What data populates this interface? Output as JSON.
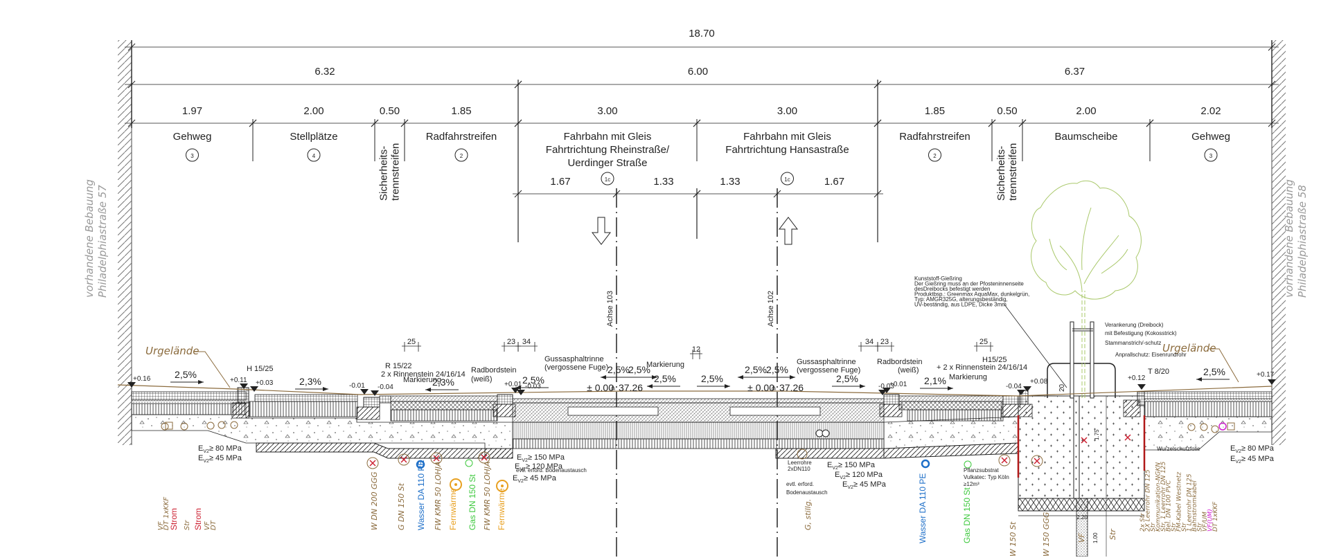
{
  "colors": {
    "line": "#222222",
    "dim_line": "#555555",
    "building_text": "#9a9a9a",
    "urgelaende": "#8b6b3d",
    "utility_brown": "#8b6b3d",
    "strom_red": "#cc2233",
    "wasser_blue": "#1e6fc8",
    "gas_green": "#3cc83c",
    "fernwaerme_orange": "#e8a020",
    "tree_green": "#a9c86a",
    "magenta": "#d020d0",
    "root_barrier_red": "#b01818"
  },
  "overall": {
    "total": "18.70"
  },
  "groups": [
    {
      "label": "6.32"
    },
    {
      "label": "6.00"
    },
    {
      "label": "6.37"
    }
  ],
  "segments": [
    {
      "width_label": "1.97",
      "name": "Gehweg",
      "number": "3",
      "vertical": false
    },
    {
      "width_label": "2.00",
      "name": "Stellplätze",
      "number": "4",
      "vertical": false
    },
    {
      "width_label": "0.50",
      "name": "Sicherheits-\ntrennstreifen",
      "number": "",
      "vertical": true
    },
    {
      "width_label": "1.85",
      "name": "Radfahrstreifen",
      "number": "2",
      "vertical": false
    },
    {
      "width_label": "3.00",
      "name": "Fahrbahn mit Gleis\nFahrtrichtung Rheinstraße/\nUerdinger Straße",
      "number": "1c",
      "vertical": false,
      "sub": [
        "1.67",
        "1.33"
      ]
    },
    {
      "width_label": "3.00",
      "name": "Fahrbahn mit Gleis\nFahrtrichtung Hansastraße",
      "number": "1c",
      "vertical": false,
      "sub": [
        "1.33",
        "1.67"
      ]
    },
    {
      "width_label": "1.85",
      "name": "Radfahrstreifen",
      "number": "2",
      "vertical": false
    },
    {
      "width_label": "0.50",
      "name": "Sicherheits-\ntrennstreifen",
      "number": "",
      "vertical": true
    },
    {
      "width_label": "2.00",
      "name": "Baumscheibe",
      "number": "",
      "vertical": false
    },
    {
      "width_label": "2.02",
      "name": "Gehweg",
      "number": "3",
      "vertical": false
    }
  ],
  "buildings": {
    "left": [
      "vorhandene Bebauung",
      "Philadelphiastraße 57"
    ],
    "right": [
      "vorhandene Bebauung",
      "Philadelphiastraße 58"
    ]
  },
  "axes": [
    {
      "label": "Achse 103",
      "direction": "down"
    },
    {
      "label": "Achse 102",
      "direction": "up"
    }
  ],
  "terrain_label": "Urgelände",
  "elevations": [
    "+0.16",
    "+0.11",
    "+0.03",
    "-0.01",
    "-0.04",
    "+0.01",
    "-0.03",
    "-0.03",
    "+0.01",
    "-0.04",
    "+0.08",
    "+0.12",
    "+0.17"
  ],
  "slopes": [
    "2,5%",
    "2,3%",
    "2,3%",
    "2,5%",
    "2,5%",
    "2,5%",
    "2,5%",
    "2,5%",
    "2,5%",
    "2,5%",
    "2,5%",
    "2,1%",
    "2,5%"
  ],
  "axis_heights": [
    {
      "left": "± 0.00",
      "right": "37.26",
      "eq": "≙"
    },
    {
      "left": "± 0.00",
      "right": "37.26",
      "eq": "≙"
    }
  ],
  "small_dims": [
    "25",
    "23",
    "34",
    "12",
    "34",
    "23",
    "25",
    "20"
  ],
  "annotations": {
    "h1525_left": "H 15/25",
    "r1522": "R 15/22",
    "rinnenstein_left": "2 x Rinnenstein 24/16/14",
    "markierung": "Markierung",
    "radbordstein": "Radbordstein",
    "weiss": "(weiß)",
    "gussasphalt": "Gussasphaltrinne",
    "vergossene": "(vergossene Fuge)",
    "h1525_right": "H15/25",
    "rinnenstein_right": "+ 2 x Rinnenstein 24/16/14",
    "t820": "T 8/20",
    "bodenaustausch": "evtl. erford. Bodenaustausch",
    "bodenaustausch2": [
      "evtl. erford.",
      "Bodenaustausch"
    ],
    "leerrohre": [
      "Leerrohre",
      "2xDN110"
    ],
    "pflanzsubstrat": [
      "Pflanzsubstrat",
      "Vulkatec: Typ Köln",
      "≥12m³"
    ],
    "wurzelschutz": "Wurzelschutzfolie",
    "giessring": [
      "Kunststoff-Gießring",
      "Der Gießring muss an der Pfosteninnenseite",
      "desDreibocks befestigt werden",
      "Produktbsp.: Greenmax AquaMax, dunkelgrün,",
      "Typ: AMGR325G, alterungsbeständig,",
      "UV-beständig, aus LDPE, Dicke 3mm"
    ],
    "verankerung": [
      "Verankerung (Dreibock)",
      "mit Befestigung (Kokosstrick)"
    ],
    "stammanstrich": "Stammanstrich/-schutz",
    "anprallschutz": "Anprallschutz: Eisenrundrohr",
    "tree_dims": [
      "2.20",
      "1.75",
      "1.00"
    ]
  },
  "ev2": {
    "left": [
      "≥ 80 MPa",
      "≥ 45 MPa"
    ],
    "center_left": [
      "≥ 150 MPa",
      "≥ 120 MPa",
      "≥ 45 MPa"
    ],
    "center_right": [
      "≥ 150 MPa",
      "≥ 120 MPa",
      "≥ 45 MPa"
    ],
    "right": [
      "≥ 80 MPa",
      "≥ 45 MPa"
    ]
  },
  "utilities_left": [
    {
      "text": "VF",
      "color": "utility_brown",
      "italic": true
    },
    {
      "text": "DT 1xKKF",
      "color": "utility_brown",
      "italic": true
    },
    {
      "text": "Strom",
      "color": "strom_red",
      "italic": false
    },
    {
      "text": "Str",
      "color": "utility_brown",
      "italic": true
    },
    {
      "text": "Strom",
      "color": "strom_red",
      "italic": false
    },
    {
      "text": "VF",
      "color": "utility_brown",
      "italic": true
    },
    {
      "text": "DT",
      "color": "utility_brown",
      "italic": true
    }
  ],
  "utilities_center": [
    {
      "text": "W DN 200 GGG",
      "color": "utility_brown",
      "italic": true
    },
    {
      "text": "G DN 150 St",
      "color": "utility_brown",
      "italic": true
    },
    {
      "text": "Wasser DA 110 PE",
      "color": "wasser_blue",
      "italic": false
    },
    {
      "text": "FW KMR 50 LOHJA",
      "color": "utility_brown",
      "italic": true
    },
    {
      "text": "Fernwärme",
      "color": "fernwaerme_orange",
      "italic": false
    },
    {
      "text": "Gas DN 150 St",
      "color": "gas_green",
      "italic": false
    },
    {
      "text": "FW KMR 50 LOHJA",
      "color": "utility_brown",
      "italic": true
    },
    {
      "text": "Fernwärme",
      "color": "fernwaerme_orange",
      "italic": false
    }
  ],
  "utilities_right": [
    {
      "text": "G, stillg.",
      "color": "utility_brown",
      "italic": true
    },
    {
      "text": "Wasser DA 110 PE",
      "color": "wasser_blue",
      "italic": false
    },
    {
      "text": "Gas DN 150 St",
      "color": "gas_green",
      "italic": false
    },
    {
      "text": "W 150 St",
      "color": "utility_brown",
      "italic": true
    },
    {
      "text": "W 150 GGG",
      "color": "utility_brown",
      "italic": true
    },
    {
      "text": "VF",
      "color": "utility_brown",
      "italic": true
    },
    {
      "text": "Str",
      "color": "utility_brown",
      "italic": true
    }
  ],
  "utilities_far_right": [
    {
      "text": "2x Str",
      "color": "utility_brown"
    },
    {
      "text": "2X Leerrohr DN 125",
      "color": "utility_brown"
    },
    {
      "text": "Str",
      "color": "utility_brown"
    },
    {
      "text": "Kommunikation-NGKN",
      "color": "utility_brown"
    },
    {
      "text": "Str, 1 Leerrohr DN 125",
      "color": "utility_brown"
    },
    {
      "text": "Bel. DN 100 PVC",
      "color": "utility_brown"
    },
    {
      "text": "Str",
      "color": "utility_brown"
    },
    {
      "text": "FM-Kabel Westnetz",
      "color": "utility_brown"
    },
    {
      "text": "Str",
      "color": "utility_brown"
    },
    {
      "text": "1 Leerrohr DN 125",
      "color": "utility_brown"
    },
    {
      "text": "Bahnstromkabel",
      "color": "utility_brown"
    },
    {
      "text": "Str",
      "color": "utility_brown"
    },
    {
      "text": "VF/UM",
      "color": "utility_brown"
    },
    {
      "text": "VF(UM)",
      "color": "magenta"
    },
    {
      "text": "DT 1xKKF",
      "color": "utility_brown"
    }
  ]
}
